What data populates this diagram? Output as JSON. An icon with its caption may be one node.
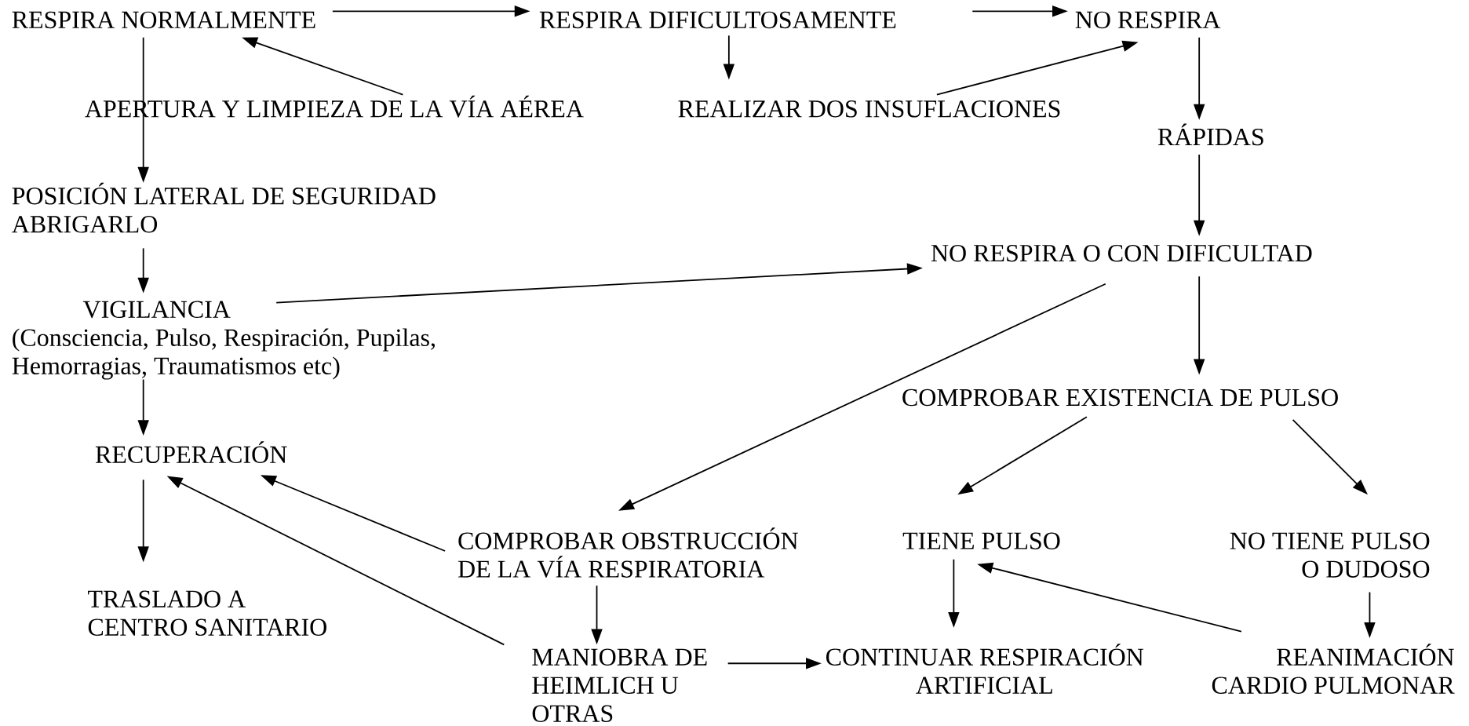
{
  "diagram": {
    "nodes": [
      {
        "text": [
          "RESPIRA NORMALMENTE"
        ]
      },
      {
        "text": [
          "RESPIRA DIFICULTOSAMENTE"
        ]
      },
      {
        "text": [
          "NO RESPIRA"
        ]
      },
      {
        "text": [
          "APERTURA Y LIMPIEZA DE LA VÍA AÉREA"
        ]
      },
      {
        "text": [
          "REALIZAR DOS INSUFLACIONES"
        ]
      },
      {
        "text": [
          "RÁPIDAS"
        ]
      },
      {
        "text": [
          "POSICIÓN LATERAL DE SEGURIDAD ABRIGARLO"
        ]
      },
      {
        "text": [
          "NO RESPIRA O CON DIFICULTAD"
        ]
      },
      {
        "text": [
          "VIGILANCIA",
          "(Consciencia, Pulso, Respiración, Pupilas, Hemorragias, Traumatismos etc)"
        ]
      },
      {
        "text": [
          "COMPROBAR EXISTENCIA DE PULSO"
        ]
      },
      {
        "text": [
          "RECUPERACIÓN"
        ]
      },
      {
        "text": [
          "COMPROBAR OBSTRUCCIÓN DE LA VÍA RESPIRATORIA"
        ]
      },
      {
        "text": [
          "TIENE PULSO"
        ]
      },
      {
        "text": [
          "NO TIENE PULSO O DUDOSO"
        ]
      },
      {
        "text": [
          "TRASLADO A CENTRO SANITARIO"
        ]
      },
      {
        "text": [
          "MANIOBRA DE HEIMLICH U OTRAS"
        ]
      },
      {
        "text": [
          "CONTINUAR RESPIRACIÓN ARTIFICIAL"
        ]
      },
      {
        "text": [
          "REANIMACIÓN CARDIO PULMONAR"
        ]
      }
    ],
    "edges": [
      {
        "from": 0,
        "to": 1,
        "arrow": "to"
      },
      {
        "from": 1,
        "to": 2,
        "arrow": "to"
      },
      {
        "from": 0,
        "to": 6,
        "arrow": "to"
      },
      {
        "from": 3,
        "to": 0,
        "arrow": "to"
      },
      {
        "from": 1,
        "to": 4,
        "arrow": "to"
      },
      {
        "from": 4,
        "to": 2,
        "arrow": "to"
      },
      {
        "from": 2,
        "to": 5,
        "arrow": "to"
      },
      {
        "from": 5,
        "to": 7,
        "arrow": "to"
      },
      {
        "from": 6,
        "to": 8,
        "arrow": "to"
      },
      {
        "from": 8,
        "to": 7,
        "arrow": "to"
      },
      {
        "from": 8,
        "to": 10,
        "arrow": "to"
      },
      {
        "from": 7,
        "to": 11,
        "arrow": "to"
      },
      {
        "from": 7,
        "to": 9,
        "arrow": "to"
      },
      {
        "from": 9,
        "to": 12,
        "arrow": "to"
      },
      {
        "from": 9,
        "to": 13,
        "arrow": "to"
      },
      {
        "from": 10,
        "to": 14,
        "arrow": "to"
      },
      {
        "from": 11,
        "to": 10,
        "arrow": "to"
      },
      {
        "from": 11,
        "to": 15,
        "arrow": "to"
      },
      {
        "from": 15,
        "to": 10,
        "arrow": "to"
      },
      {
        "from": 15,
        "to": 16,
        "arrow": "to"
      },
      {
        "from": 12,
        "to": 16,
        "arrow": "to"
      },
      {
        "from": 17,
        "to": 12,
        "arrow": "to"
      },
      {
        "from": 13,
        "to": 17,
        "arrow": "to"
      }
    ]
  }
}
